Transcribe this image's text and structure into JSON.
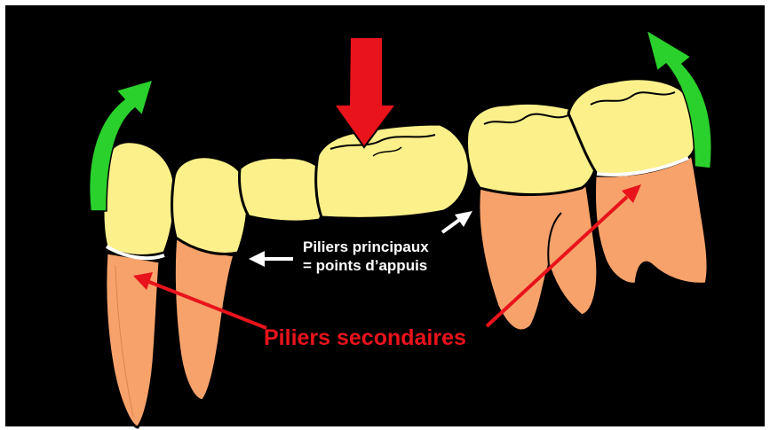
{
  "labels": {
    "primary_line1": "Piliers principaux",
    "primary_line2": "= points d’appuis",
    "secondary": "Piliers secondaires"
  },
  "colors": {
    "background": "#000000",
    "crown": "#fbf08a",
    "root": "#f7a26b",
    "force_arrow": "#e8131b",
    "rotation_arrow": "#2ad12c",
    "secondary_text": "#e8131b",
    "primary_text": "#ffffff"
  }
}
